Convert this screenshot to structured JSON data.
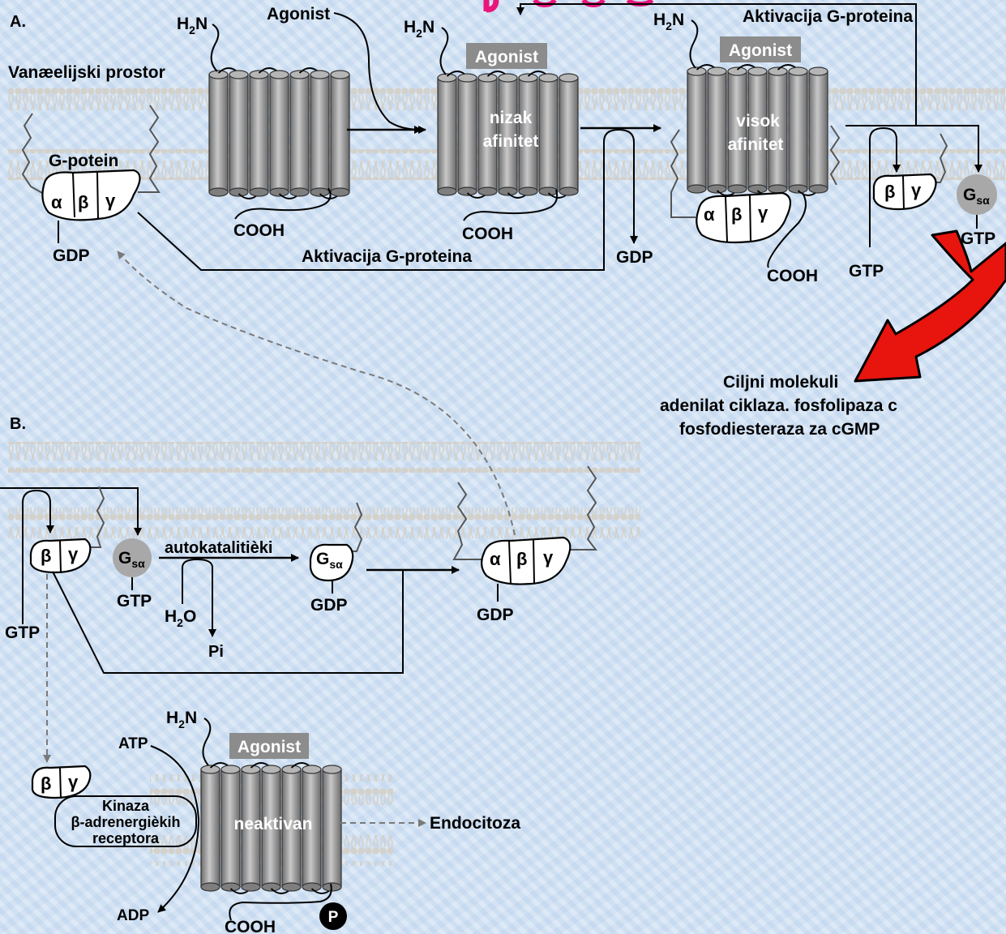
{
  "section_a": {
    "label": "A.",
    "extracellular_space": "Vanæelijski prostor",
    "g_protein_label": "G-potein",
    "alpha": "α",
    "beta": "β",
    "gamma": "γ",
    "gdp": "GDP",
    "gtp": "GTP",
    "h2n_h": "H",
    "h2n_sub": "2",
    "h2n_n": "N",
    "agonist": "Agonist",
    "cooh": "COOH",
    "low_affinity_1": "nizak",
    "low_affinity_2": "afinitet",
    "high_affinity_1": "visok",
    "high_affinity_2": "afinitet",
    "activation": "Aktivacija G-proteina",
    "gsa_g": "G",
    "gsa_sub": "sα"
  },
  "targets": {
    "line1": "Ciljni molekuli",
    "line2": "adenilat ciklaza. fosfolipaza c",
    "line3": "fosfodiesteraza za cGMP"
  },
  "section_b": {
    "label": "B.",
    "autocatalytic": "autokatalitièki",
    "water_h": "H",
    "water_sub": "2",
    "water_o": "O",
    "pi": "Pi",
    "atp": "ATP",
    "adp": "ADP",
    "kinase_1": "Kinaza",
    "kinase_2": "β-adrenergièkih",
    "kinase_3": "receptora",
    "inactive": "neaktivan",
    "endocytosis": "Endocitoza",
    "phospho": "P"
  },
  "colors": {
    "arrow_red": "#e8140e",
    "membrane": "#d6d3cd",
    "cylinder": "#9a9a9a",
    "agonist_box": "#8c8c8c",
    "title_pink": "#e8157a"
  }
}
